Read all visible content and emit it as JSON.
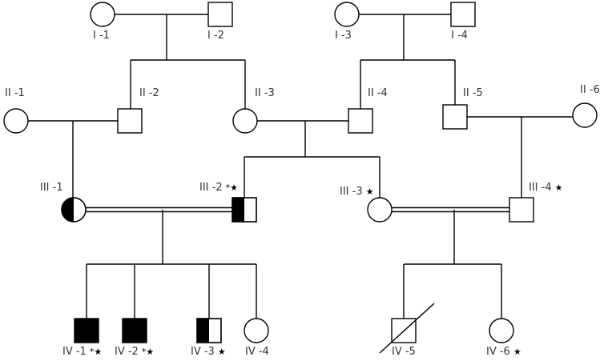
{
  "diagram": {
    "type": "pedigree",
    "individuals": [
      {
        "id": "I-1",
        "label": "I -1",
        "sex": "female",
        "status": "unaffected"
      },
      {
        "id": "I-2",
        "label": "I -2",
        "sex": "male",
        "status": "unaffected"
      },
      {
        "id": "I-3",
        "label": "I -3",
        "sex": "female",
        "status": "unaffected"
      },
      {
        "id": "I-4",
        "label": "I -4",
        "sex": "male",
        "status": "unaffected"
      },
      {
        "id": "II-1",
        "label": "II -1",
        "sex": "female",
        "status": "unaffected"
      },
      {
        "id": "II-2",
        "label": "II -2",
        "sex": "male",
        "status": "unaffected"
      },
      {
        "id": "II-3",
        "label": "II -3",
        "sex": "female",
        "status": "unaffected"
      },
      {
        "id": "II-4",
        "label": "II -4",
        "sex": "male",
        "status": "unaffected"
      },
      {
        "id": "II-5",
        "label": "II -5",
        "sex": "male",
        "status": "unaffected"
      },
      {
        "id": "II-6",
        "label": "II -6",
        "sex": "female",
        "status": "unaffected"
      },
      {
        "id": "III-1",
        "label": "III -1",
        "sex": "female",
        "status": "carrier"
      },
      {
        "id": "III-2",
        "label": "III -2",
        "sex": "male",
        "status": "carrier",
        "markers": "*★"
      },
      {
        "id": "III-3",
        "label": "III -3",
        "sex": "female",
        "status": "unaffected",
        "markers": "★"
      },
      {
        "id": "III-4",
        "label": "III -4",
        "sex": "male",
        "status": "unaffected",
        "markers": "★"
      },
      {
        "id": "IV-1",
        "label": "IV -1",
        "sex": "male",
        "status": "affected",
        "markers": "*★"
      },
      {
        "id": "IV-2",
        "label": "IV -2",
        "sex": "male",
        "status": "affected",
        "markers": "*★"
      },
      {
        "id": "IV-3",
        "label": "IV -3",
        "sex": "male",
        "status": "carrier",
        "markers": "★"
      },
      {
        "id": "IV-4",
        "label": "IV -4",
        "sex": "female",
        "status": "unaffected"
      },
      {
        "id": "IV-5",
        "label": "IV -5",
        "sex": "male",
        "status": "deceased"
      },
      {
        "id": "IV-6",
        "label": "IV -6",
        "sex": "female",
        "status": "unaffected",
        "markers": "★"
      }
    ],
    "consanguineous_couples": [
      [
        "III-1",
        "III-2"
      ],
      [
        "III-3",
        "III-4"
      ]
    ]
  }
}
